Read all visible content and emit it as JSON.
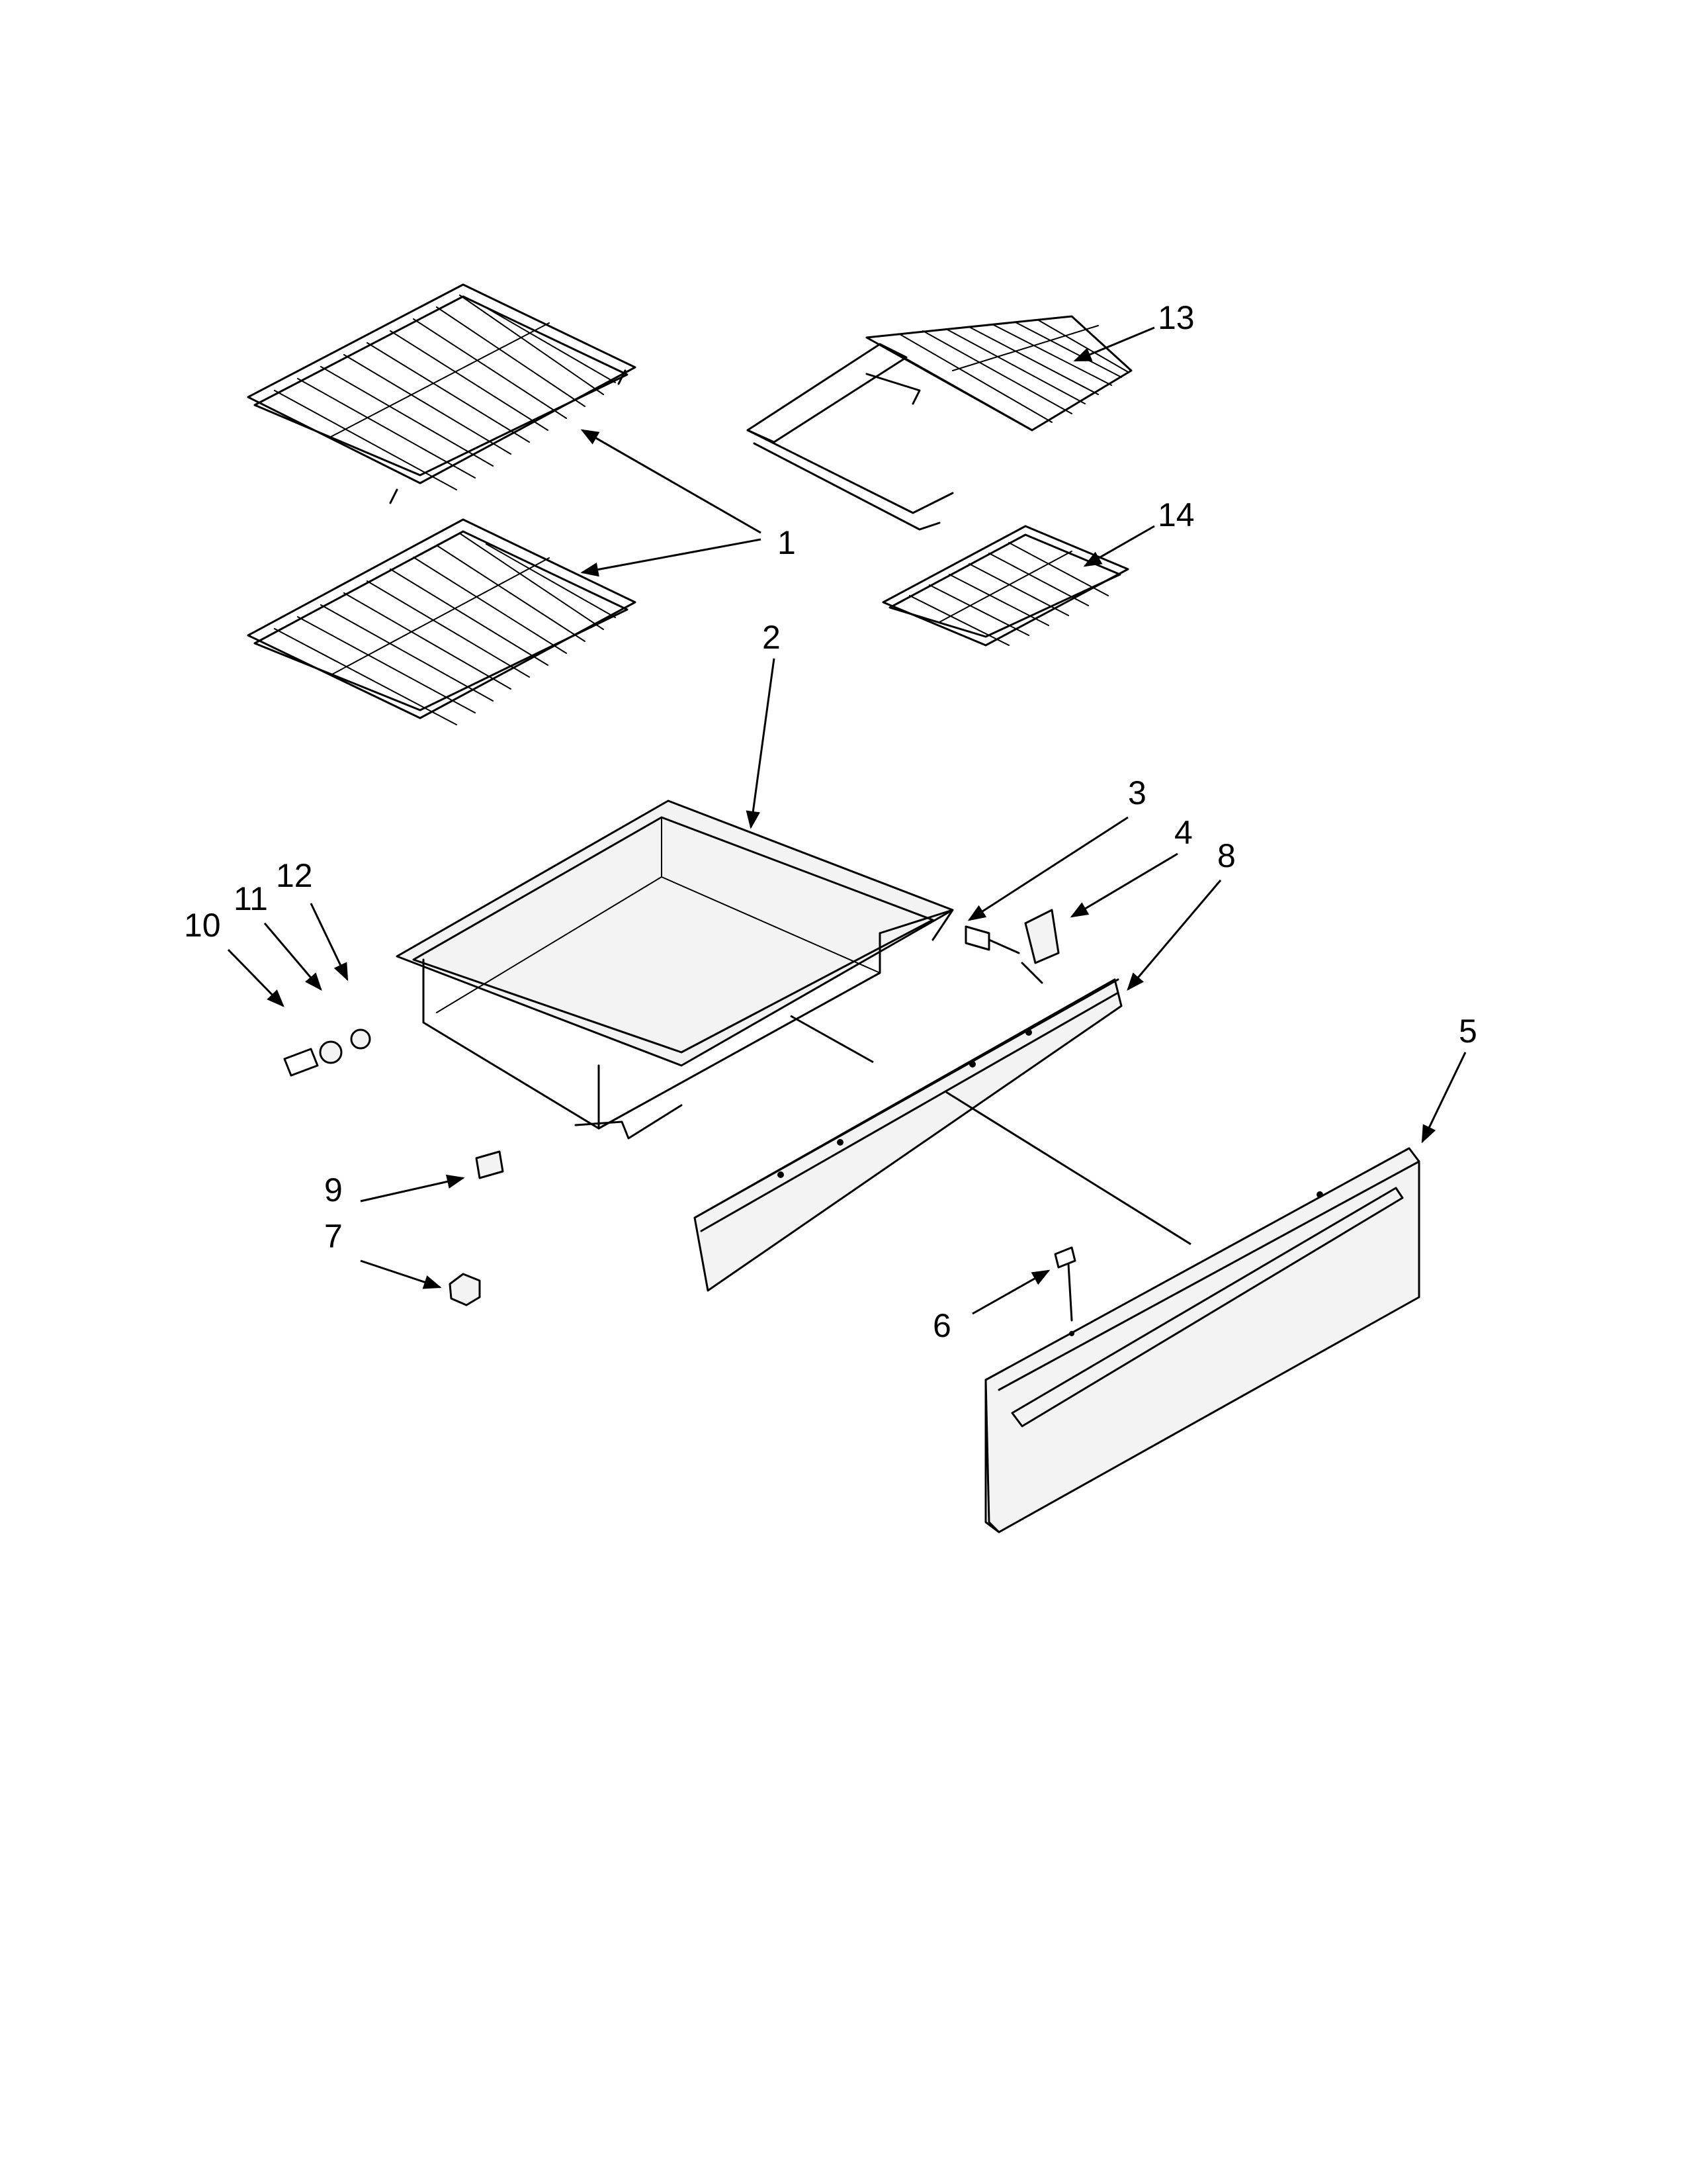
{
  "diagram": {
    "colors": {
      "ink": "#000000",
      "background": "#ffffff",
      "panel": "#f3f3f3"
    },
    "callouts": {
      "c1": "1",
      "c2": "2",
      "c3": "3",
      "c4": "4",
      "c5": "5",
      "c6": "6",
      "c7": "7",
      "c8": "8",
      "c9": "9",
      "c10": "10",
      "c11": "11",
      "c12": "12",
      "c13": "13",
      "c14": "14"
    }
  }
}
